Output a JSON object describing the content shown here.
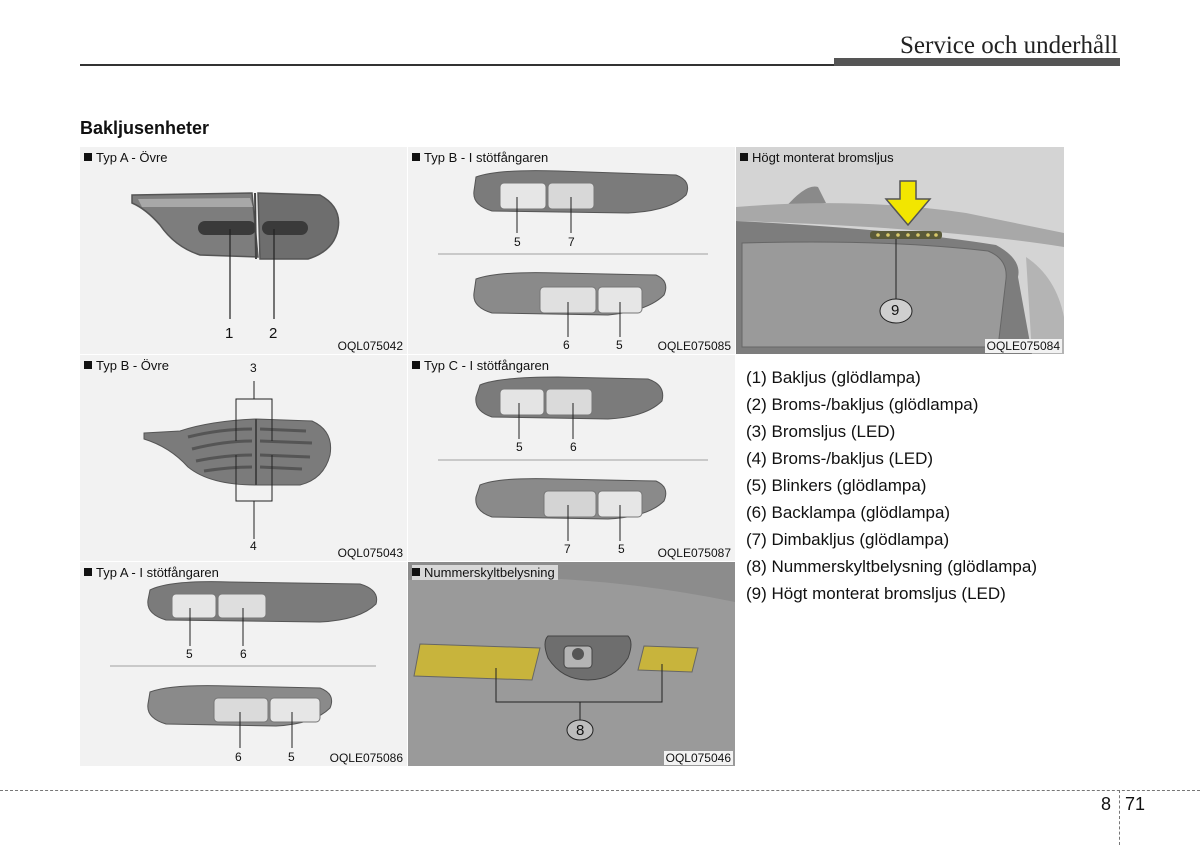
{
  "header": {
    "title": "Service och underhåll"
  },
  "section": {
    "heading": "Bakljusenheter"
  },
  "panels": {
    "typ_a_ovre": {
      "label": "Typ A - Övre",
      "code": "OQL075042",
      "callouts": [
        "1",
        "2"
      ]
    },
    "typ_b_stotfangaren": {
      "label": "Typ B - I stötfångaren",
      "code": "OQLE075085",
      "callouts": [
        "5",
        "7",
        "6",
        "5"
      ]
    },
    "hogt_bromsljus": {
      "label": "Högt monterat bromsljus",
      "code": "OQLE075084",
      "callouts": [
        "9"
      ]
    },
    "typ_b_ovre": {
      "label": "Typ B - Övre",
      "code": "OQL075043",
      "callouts": [
        "3",
        "4"
      ]
    },
    "typ_c_stotfangaren": {
      "label": "Typ C - I stötfångaren",
      "code": "OQLE075087",
      "callouts": [
        "5",
        "6",
        "7",
        "5"
      ]
    },
    "typ_a_stotfangaren": {
      "label": "Typ A - I stötfångaren",
      "code": "OQLE075086",
      "callouts": [
        "5",
        "6",
        "6",
        "5"
      ]
    },
    "nummerskylt": {
      "label": "Nummerskyltbelysning",
      "code": "OQL075046",
      "callouts": [
        "8"
      ]
    }
  },
  "legend": [
    "(1) Bakljus (glödlampa)",
    "(2) Broms-/bakljus (glödlampa)",
    "(3) Bromsljus (LED)",
    "(4) Broms-/bakljus (LED)",
    "(5) Blinkers (glödlampa)",
    "(6) Backlampa (glödlampa)",
    "(7) Dimbakljus (glödlampa)",
    "(8) Nummerskyltbelysning (glödlampa)",
    "(9) Högt monterat bromsljus (LED)"
  ],
  "footer": {
    "chapter": "8",
    "page": "71"
  },
  "colors": {
    "arrow": "#f2e600",
    "plate_lamp": "#c8b43c",
    "panel_bg": "#f2f2f2"
  }
}
